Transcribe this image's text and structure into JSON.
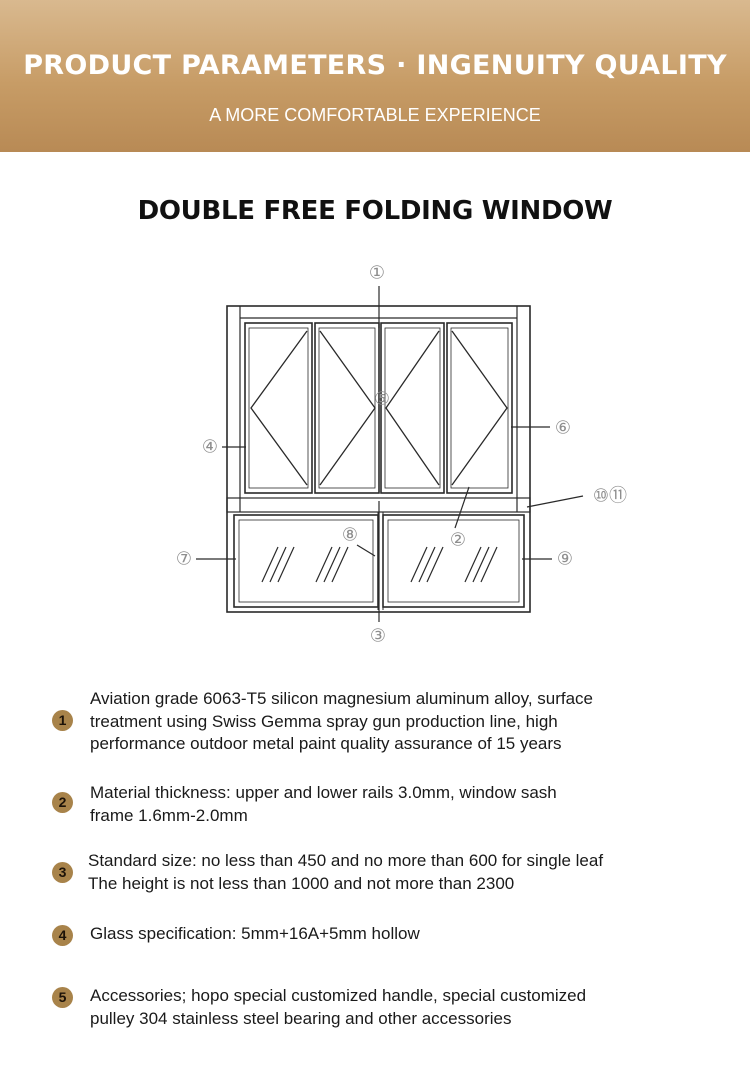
{
  "header": {
    "title": "PRODUCT PARAMETERS · INGENUITY QUALITY",
    "subtitle": "A MORE COMFORTABLE EXPERIENCE"
  },
  "product": {
    "title": "DOUBLE FREE FOLDING WINDOW"
  },
  "diagram": {
    "callouts": [
      "①",
      "②",
      "③",
      "④",
      "⑤",
      "⑥",
      "⑦",
      "⑧",
      "⑨",
      "⑩⑪"
    ]
  },
  "specs": [
    {
      "number": "1",
      "lines": [
        "Aviation grade 6063-T5 silicon magnesium aluminum alloy, surface",
        "treatment using Swiss Gemma spray gun production line, high",
        "performance outdoor metal paint quality assurance of 15 years"
      ]
    },
    {
      "number": "2",
      "lines": [
        "Material thickness: upper and lower rails 3.0mm, window sash",
        "frame 1.6mm-2.0mm"
      ]
    },
    {
      "number": "3",
      "lines": [
        "Standard size: no less than 450 and no more than 600 for single leaf",
        "The height is not less than 1000 and not more than 2300"
      ]
    },
    {
      "number": "4",
      "lines": [
        "Glass specification: 5mm+16A+5mm hollow"
      ]
    },
    {
      "number": "5",
      "lines": [
        "Accessories; hopo special customized handle, special customized",
        "pulley 304 stainless steel bearing and other accessories"
      ]
    }
  ],
  "colors": {
    "banner": "#c79c66",
    "badge": "#a8834a",
    "callout": "#9a9a9a"
  }
}
